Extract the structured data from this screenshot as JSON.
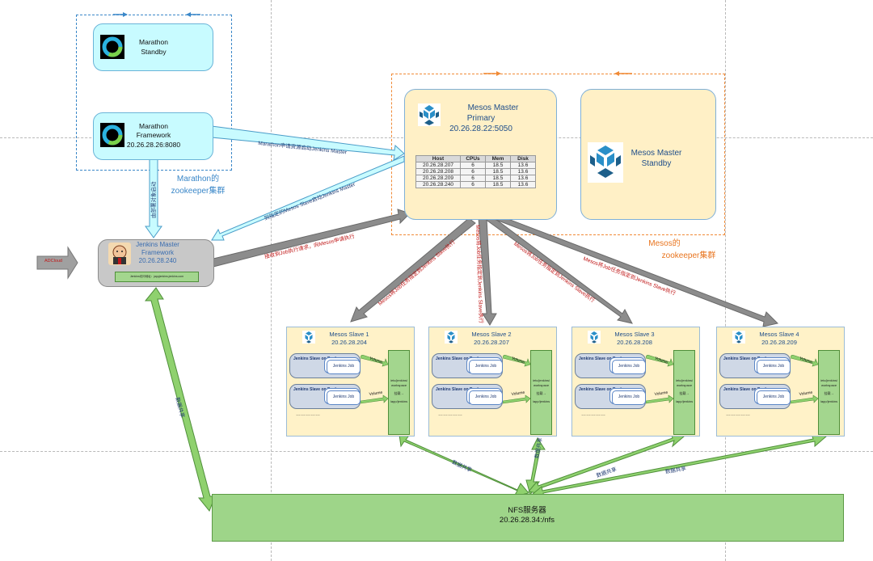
{
  "marathon_standby": {
    "title": "Marathon",
    "subtitle": "Standby"
  },
  "marathon_framework": {
    "title": "Marathon",
    "subtitle": "Framework",
    "address": "20.26.28.26:8080"
  },
  "marathon_zk": {
    "line1": "Marathon的",
    "line2": "zookeeper集群"
  },
  "mesos_primary": {
    "line1": "Mesos Master",
    "line2": "Primary",
    "address": "20.26.28.22:5050"
  },
  "mesos_standby": {
    "line1": "Mesos Master",
    "line2": "Standby"
  },
  "mesos_zk": {
    "line1": "Mesos的",
    "line2": "zookeeper集群"
  },
  "host_table": {
    "headers": [
      "Host",
      "CPUs",
      "Mem",
      "Disk"
    ],
    "rows": [
      [
        "20.26.28.207",
        "6",
        "18.5",
        "13.6"
      ],
      [
        "20.26.28.208",
        "6",
        "18.5",
        "13.6"
      ],
      [
        "20.26.28.209",
        "6",
        "18.5",
        "13.6"
      ],
      [
        "20.26.28.240",
        "6",
        "18.5",
        "13.6"
      ]
    ]
  },
  "jenkins_master": {
    "line1": "Jenkins Master",
    "line2": "Framework",
    "address": "20.26.28.240",
    "url_label": "Jenkins访问地址：jappjenkins.jenkins.com"
  },
  "adcloud_label": "ADCloud",
  "arrows": {
    "marathon_request": "Marathon申请资源启动Jenkins Master",
    "start_master": "到指定的Mesos Slave启动Jenkins Master",
    "accept_job": "接收到Job执行请求，向Mesos申请执行",
    "deploy_vertical": "由部署对象启动",
    "to_slave1": "Mesos将Job任务指定到Jenkins Slave执行",
    "to_slave2": "Mesos将Job任务指定到Jenkins Slave执行",
    "to_slave3": "Mesos将Job任务指定到Jenkins Slave执行",
    "to_slave4": "Mesos将Job任务指定到Jenkins Slave执行",
    "share1": "数据共享",
    "share2": "数据共享",
    "share3": "数据共享",
    "share4": "数据共享",
    "share_master": "数据共享"
  },
  "slaves": [
    {
      "title": "Mesos Slave 1",
      "address": "20.26.28.204"
    },
    {
      "title": "Mesos Slave 2",
      "address": "20.26.28.207"
    },
    {
      "title": "Mesos Slave 3",
      "address": "20.26.28.208"
    },
    {
      "title": "Mesos Slave 4",
      "address": "20.26.28.209"
    }
  ],
  "slave_common": {
    "pill_label": "Jenkins Slave on Docker",
    "job_label": "Jenkins Job",
    "volume_label": "Volume",
    "dots": "……………",
    "vol_text1": "/etc/jenkins/workspace",
    "vol_text2": "挂载→",
    "vol_text3": "/app/jenkins"
  },
  "nfs": {
    "line1": "NFS服务器",
    "line2": "20.26.28.34:/nfs"
  },
  "colors": {
    "cyan": "#c8fbff",
    "yellow": "#fff0c6",
    "green": "#9ed589",
    "orange": "#f08a36",
    "blue_dash": "#3a87c8",
    "gray_arrow": "#8c8c8c"
  }
}
